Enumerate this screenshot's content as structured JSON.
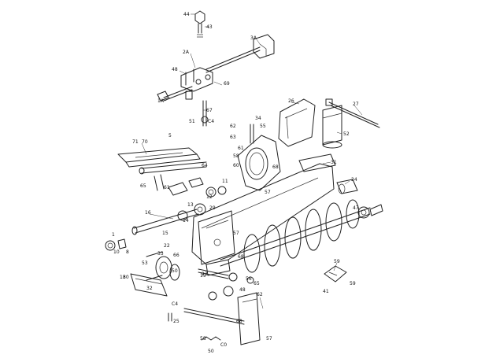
{
  "diagram": {
    "ink_color": "#222222",
    "paper_color": "#ffffff",
    "callouts": [
      {
        "id": "c1",
        "text": "44"
      },
      {
        "id": "c2",
        "text": "43"
      },
      {
        "id": "c3",
        "text": "3A"
      },
      {
        "id": "c4",
        "text": "2A"
      },
      {
        "id": "c5",
        "text": "48"
      },
      {
        "id": "c6",
        "text": "69"
      },
      {
        "id": "c7",
        "text": "1A"
      },
      {
        "id": "c8",
        "text": "67"
      },
      {
        "id": "c9",
        "text": "51"
      },
      {
        "id": "c10",
        "text": "C4"
      },
      {
        "id": "c11",
        "text": "26"
      },
      {
        "id": "c12",
        "text": "27"
      },
      {
        "id": "c13",
        "text": "62"
      },
      {
        "id": "c14",
        "text": "34"
      },
      {
        "id": "c15",
        "text": "63"
      },
      {
        "id": "c16",
        "text": "55"
      },
      {
        "id": "c17",
        "text": "52"
      },
      {
        "id": "c18",
        "text": "61"
      },
      {
        "id": "c19",
        "text": "71"
      },
      {
        "id": "c20",
        "text": "70"
      },
      {
        "id": "c21",
        "text": "5"
      },
      {
        "id": "c22",
        "text": "58"
      },
      {
        "id": "c23",
        "text": "64"
      },
      {
        "id": "c24",
        "text": "60"
      },
      {
        "id": "c25",
        "text": "68"
      },
      {
        "id": "c26",
        "text": "31"
      },
      {
        "id": "c27",
        "text": "24"
      },
      {
        "id": "c28",
        "text": "61"
      },
      {
        "id": "c29",
        "text": "65"
      },
      {
        "id": "c30",
        "text": "11"
      },
      {
        "id": "c31",
        "text": "12"
      },
      {
        "id": "c32",
        "text": "57"
      },
      {
        "id": "c33",
        "text": "13"
      },
      {
        "id": "c34",
        "text": "29"
      },
      {
        "id": "c35",
        "text": "16"
      },
      {
        "id": "c36",
        "text": "14"
      },
      {
        "id": "c37",
        "text": "15"
      },
      {
        "id": "c38",
        "text": "1"
      },
      {
        "id": "c39",
        "text": "57"
      },
      {
        "id": "c40",
        "text": "10"
      },
      {
        "id": "c41",
        "text": "8"
      },
      {
        "id": "c42",
        "text": "22"
      },
      {
        "id": "c43",
        "text": "33"
      },
      {
        "id": "c44",
        "text": "66"
      },
      {
        "id": "c45",
        "text": "53"
      },
      {
        "id": "c46",
        "text": "50"
      },
      {
        "id": "c47",
        "text": "18"
      },
      {
        "id": "c48",
        "text": "32"
      },
      {
        "id": "c49",
        "text": "59"
      },
      {
        "id": "c50",
        "text": "23"
      },
      {
        "id": "c51",
        "text": "59"
      },
      {
        "id": "c52",
        "text": "56"
      },
      {
        "id": "c53",
        "text": "65"
      },
      {
        "id": "c54",
        "text": "48"
      },
      {
        "id": "c55",
        "text": "62"
      },
      {
        "id": "c56",
        "text": "C4"
      },
      {
        "id": "c57",
        "text": "25"
      },
      {
        "id": "c58",
        "text": "68"
      },
      {
        "id": "c59",
        "text": "57"
      },
      {
        "id": "c60",
        "text": "C0"
      },
      {
        "id": "c61",
        "text": "50"
      },
      {
        "id": "c62",
        "text": "58"
      },
      {
        "id": "c63",
        "text": "19"
      },
      {
        "id": "c64",
        "text": "30"
      },
      {
        "id": "c65",
        "text": "41"
      },
      {
        "id": "c66",
        "text": "47"
      },
      {
        "id": "c67",
        "text": "68"
      }
    ]
  }
}
